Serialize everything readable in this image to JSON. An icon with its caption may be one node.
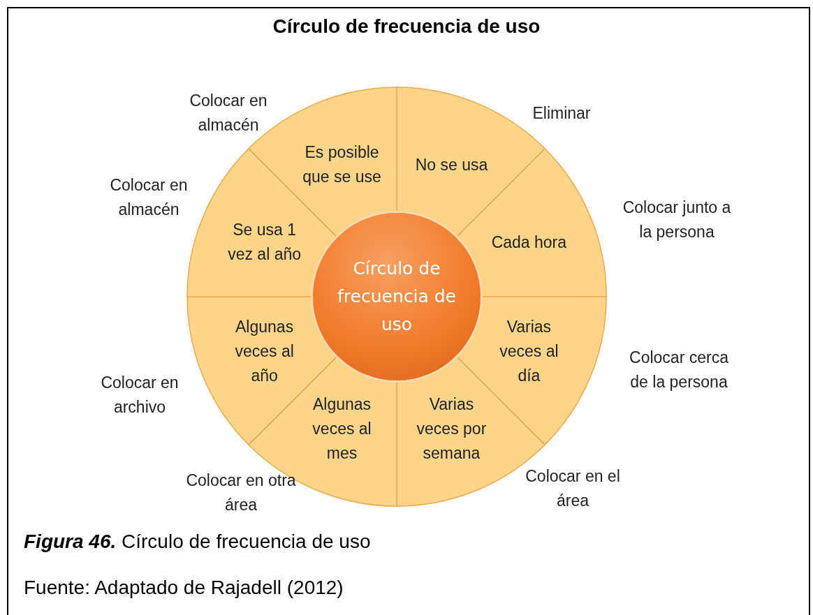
{
  "diagram": {
    "title": "Círculo de frecuencia de uso",
    "caption": "**Figura 46.** Círculo de frecuencia de uso",
    "nodes": [
      {
        "text": [
          "Círculo de frecuencia de uso"
        ]
      },
      {
        "text": [
          "No se usa"
        ],
        "beside": [
          "Eliminar"
        ]
      },
      {
        "text": [
          "Cada hora"
        ],
        "beside": [
          "Colocar junto a la persona"
        ]
      },
      {
        "text": [
          "Varias veces al día"
        ],
        "beside": [
          "Colocar cerca de la persona"
        ]
      },
      {
        "text": [
          "Varias veces por semana"
        ],
        "beside": [
          "Colocar en el área"
        ]
      },
      {
        "text": [
          "Algunas veces al mes"
        ],
        "beside": [
          "Colocar en otra área"
        ]
      },
      {
        "text": [
          "Algunas veces al año"
        ],
        "beside": [
          "Colocar en archivo"
        ]
      },
      {
        "text": [
          "Se usa 1 vez al año"
        ],
        "beside": [
          "Colocar en almacén"
        ]
      },
      {
        "text": [
          "Es posible que se use"
        ],
        "beside": [
          "Colocar en almacén"
        ]
      }
    ],
    "edges": [],
    "labels": [
      "Fuente: Adaptado de Rajadell (2012)"
    ]
  }
}
